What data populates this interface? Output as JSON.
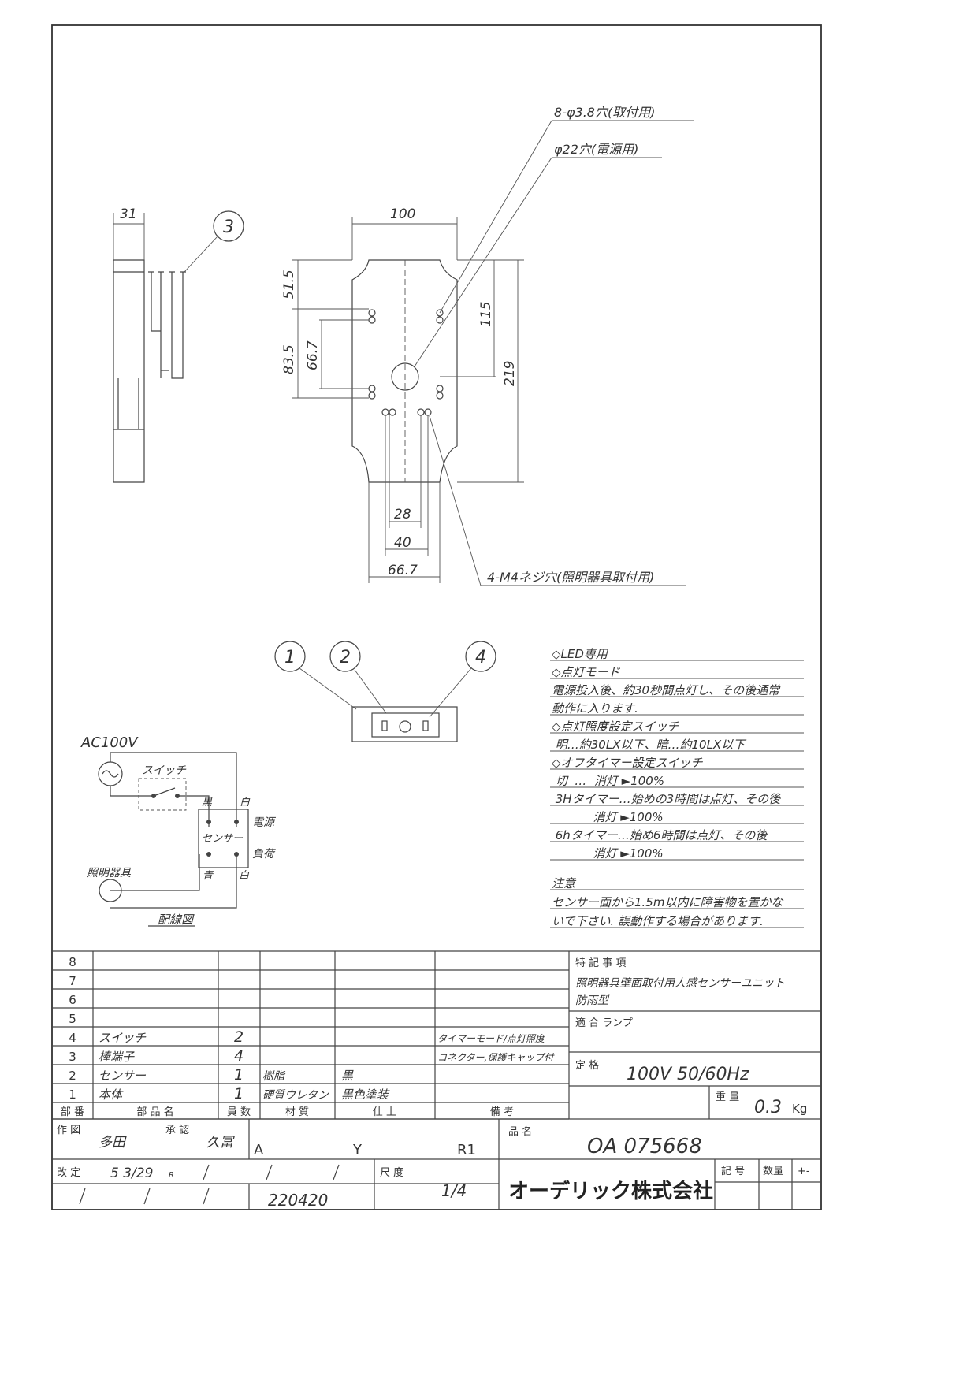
{
  "drawing": {
    "callouts": {
      "holes_mount": "8-φ3.8穴(取付用)",
      "hole_power": "φ22穴(電源用)",
      "screw_holes": "4-M4ネジ穴(照明器具取付用)"
    },
    "dimensions": {
      "side_depth": "31",
      "width": "100",
      "top_offset": "51.5",
      "hole_span_outer": "83.5",
      "hole_span_inner": "66.7",
      "upper_height": "115",
      "height": "219",
      "d28": "28",
      "d40": "40",
      "d667": "66.7"
    },
    "balloons": [
      "1",
      "2",
      "3",
      "4"
    ]
  },
  "wiring": {
    "supply": "AC100V",
    "switch": "スイッチ",
    "black": "黒",
    "white1": "白",
    "power": "電源",
    "sensor": "センサー",
    "load": "負荷",
    "fixture": "照明器具",
    "blue": "青",
    "white2": "白",
    "title": "配線図"
  },
  "notes": [
    "◇LED専用",
    "◇点灯モード",
    "電源投入後、約30秒間点灯し、その後通常",
    "動作に入ります.",
    "◇点灯照度設定スイッチ",
    " 明…約30LX以下、暗…約10LX以下",
    "◇オフタイマー設定スイッチ",
    " 切  …  消灯 ►100%",
    " 3Hタイマー…始めの3時間は点灯、その後",
    "           消灯 ►100%",
    " 6hタイマー…始め6時間は点灯、その後",
    "           消灯 ►100%",
    "注意",
    "センサー面から1.5m以内に障害物を置かな",
    "いで下さい. 誤動作する場合があります."
  ],
  "parts_table": {
    "header": [
      "部 番",
      "部  品  名",
      "員 数",
      "材  質",
      "仕  上",
      "備  考"
    ],
    "rows": [
      [
        "8",
        "",
        "",
        "",
        "",
        ""
      ],
      [
        "7",
        "",
        "",
        "",
        "",
        ""
      ],
      [
        "6",
        "",
        "",
        "",
        "",
        ""
      ],
      [
        "5",
        "",
        "",
        "",
        "",
        ""
      ],
      [
        "4",
        "スイッチ",
        "2",
        "",
        "",
        "タイマーモード/点灯照度"
      ],
      [
        "3",
        "棒端子",
        "4",
        "",
        "",
        "コネクター,保護キャップ付"
      ],
      [
        "2",
        "センサー",
        "1",
        "樹脂",
        "黒",
        ""
      ],
      [
        "1",
        "本体",
        "1",
        "硬質ウレタン",
        "黒色塗装",
        ""
      ]
    ]
  },
  "spec": {
    "special_label": "特 記 事 項",
    "special_1": "照明器具壁面取付用人感センサーユニット",
    "special_2": "防雨型",
    "lamp_label": "適 合 ランプ",
    "rating_label": "定 格",
    "rating": "100V  50/60Hz",
    "weight_label": "重 量",
    "weight": "0.3",
    "weight_unit": "Kg"
  },
  "title_block": {
    "drawn_label": "作 図",
    "drawn_by": "多田",
    "approved_label": "承 認",
    "approved_by": "久冨",
    "codes": [
      "A",
      "Y",
      "R1"
    ],
    "revised_label": "改 定",
    "revised_date": "5 3/29",
    "revised_sub": "R",
    "scale_label": "尺 度",
    "scale": "1/4",
    "product_label": "品 名",
    "product_code": "OA 075668",
    "date_code": "220420",
    "symbol_label": "記 号",
    "qty_label": "数量",
    "pm_label": "+-",
    "company": "オーデリック株式会社"
  }
}
